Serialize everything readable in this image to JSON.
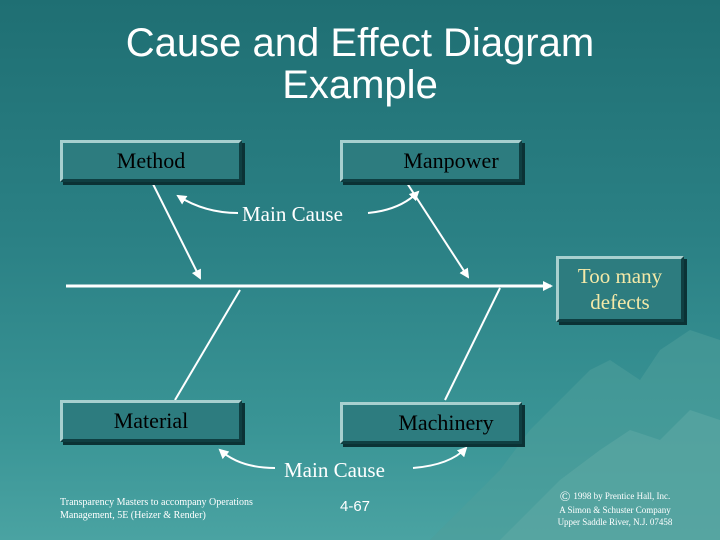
{
  "title_line1": "Cause and Effect Diagram",
  "title_line2": "Example",
  "causes": {
    "method": "Method",
    "manpower": "Manpower",
    "material": "Material",
    "machinery": "Machinery"
  },
  "main_cause_top": "Main Cause",
  "main_cause_bottom": "Main Cause",
  "effect_line1": "Too many",
  "effect_line2": "defects",
  "footer": {
    "left_line1": "Transparency Masters to accompany Operations",
    "left_line2": "Management, 5E (Heizer & Render)",
    "page": "4-67",
    "copyright_symbol": "©",
    "right_line1": "1998 by Prentice Hall, Inc.",
    "right_line2": "A Simon & Schuster Company",
    "right_line3": "Upper Saddle River, N.J. 07458"
  },
  "colors": {
    "background": "#2b8185",
    "effect_text": "#f4e9a8",
    "box_fill": "#2d7c7f"
  }
}
